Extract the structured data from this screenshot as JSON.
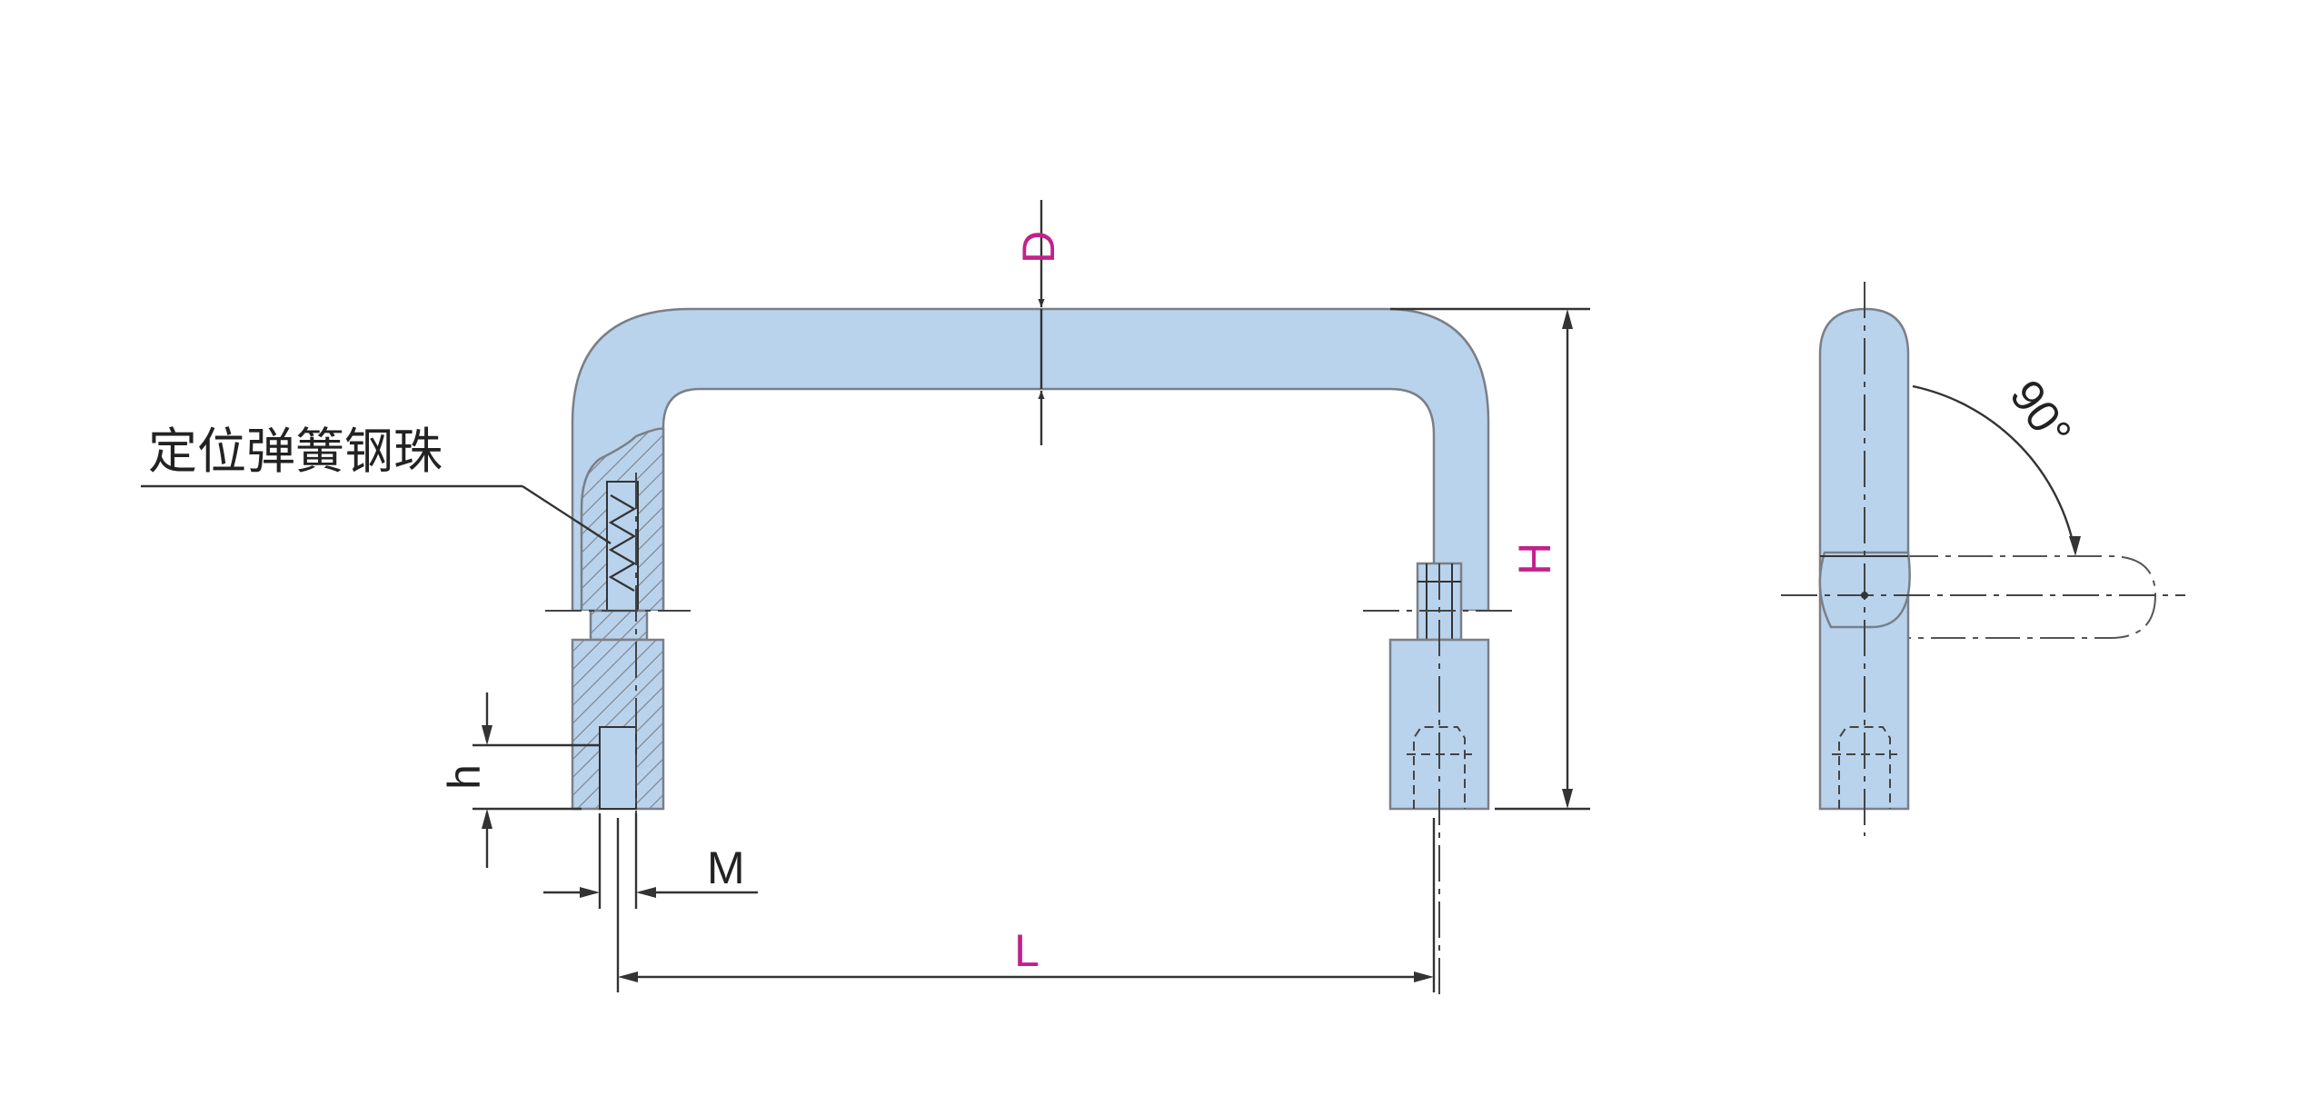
{
  "colors": {
    "part_fill": "#b9d3ec",
    "hatch": "#7c8088",
    "dimension_label": "#c3208b",
    "line": "#333333"
  },
  "labels": {
    "D": "D",
    "H": "H",
    "L": "L",
    "M": "M",
    "h": "h",
    "angle": "90°",
    "callout": "定位弹簧钢珠"
  }
}
